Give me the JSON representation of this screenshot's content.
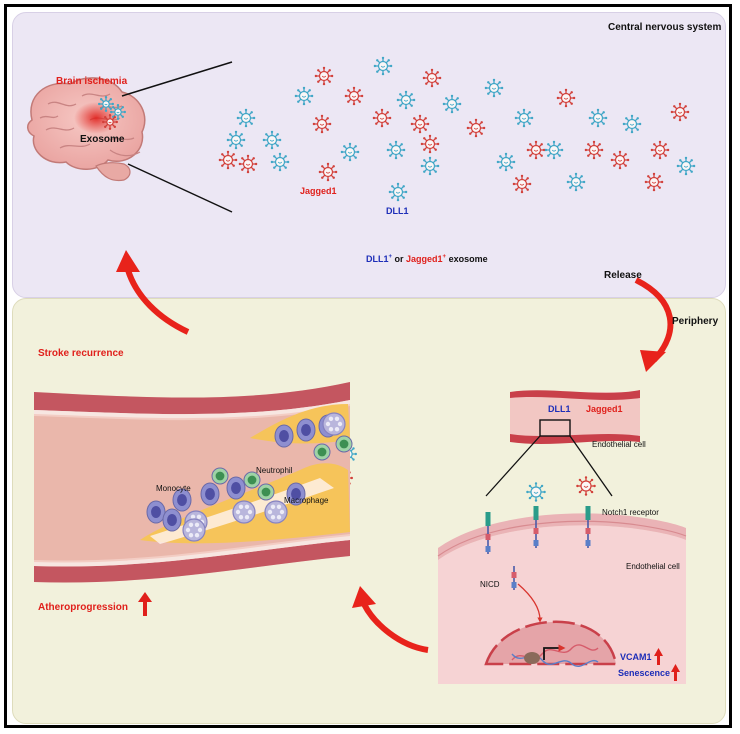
{
  "cns": {
    "title": "Central nervous system",
    "brain_label": "Brain ischemia",
    "exosome_label": "Exosome",
    "jagged_label": "Jagged1",
    "dll_label": "DLL1",
    "legend_dll": "DLL1",
    "legend_sup1": "+",
    "legend_or": " or ",
    "legend_jag": "Jagged1",
    "legend_sup2": "+",
    "legend_tail": " exosome"
  },
  "release_label": "Release",
  "periphery": {
    "title": "Periphery",
    "stroke_label": "Stroke recurrence",
    "athero_label": "Atheroprogression",
    "monocyte_label": "Monocyte",
    "neutrophil_label": "Neutrophil",
    "macrophage_label": "Macrophage",
    "vessel_dll": "DLL1",
    "vessel_jag": "Jagged1",
    "endo_cell_label_1": "Endothelial cell",
    "notch_label": "Notch1 receptor",
    "endo_cell_label_2": "Endothelial cell",
    "nicd_label": "NICD",
    "vcam_label": "VCAM1",
    "senescence_label": "Senescence"
  },
  "colors": {
    "jagged": "#d2403a",
    "dll": "#3fa6c6",
    "red_text": "#e0201b",
    "blue_text": "#1d2eb8",
    "arrow": "#e8231b"
  }
}
